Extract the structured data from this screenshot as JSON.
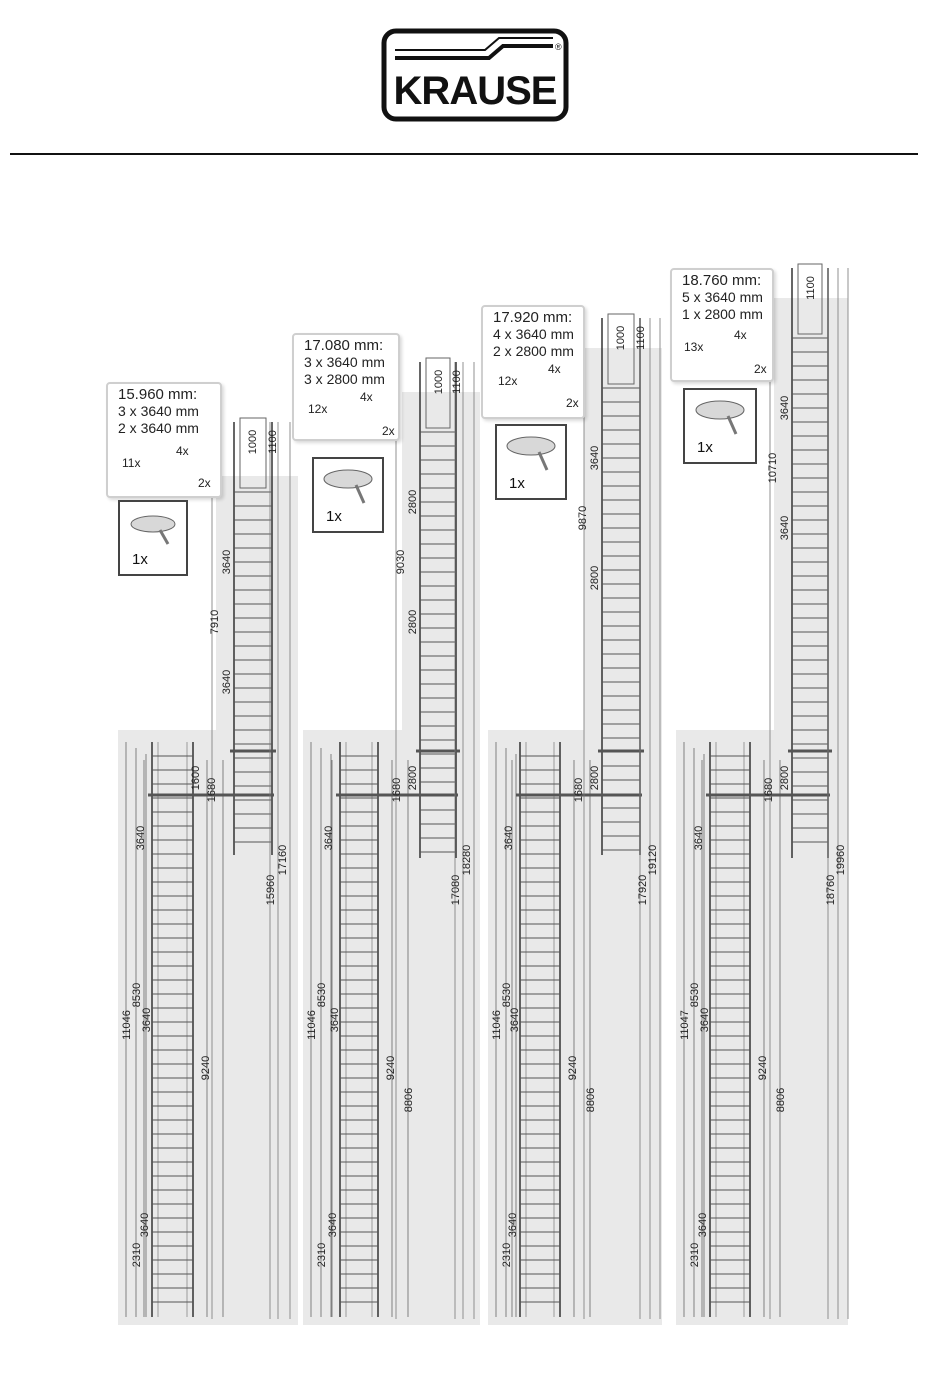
{
  "brand": {
    "name": "KRAUSE",
    "registered": "®"
  },
  "ladders": [
    {
      "total_label": "15.960 mm:",
      "parts": [
        "3 x 3640 mm",
        "2 x 3640 mm"
      ],
      "counts": {
        "brackets": "11x",
        "clamps": "4x",
        "rails": "2x"
      },
      "platform_count": "1x",
      "top_dims": [
        "1000",
        "1100"
      ],
      "upper_dims": [
        "3640",
        "7910",
        "3640"
      ],
      "overall_dims": [
        "15960",
        "17160"
      ],
      "lower_dims": {
        "d1": "1600",
        "d2": "1680",
        "d3": "3640",
        "d4": "11046",
        "d5": "8530",
        "d6": "3640",
        "d7": "9240",
        "d8": "2310",
        "d9": "3640"
      }
    },
    {
      "total_label": "17.080 mm:",
      "parts": [
        "3 x 3640 mm",
        "3 x 2800 mm"
      ],
      "counts": {
        "brackets": "12x",
        "clamps": "4x",
        "rails": "2x"
      },
      "platform_count": "1x",
      "top_dims": [
        "1000",
        "1100"
      ],
      "upper_dims": [
        "2800",
        "9030",
        "2800",
        "2800"
      ],
      "overall_dims": [
        "17080",
        "18280"
      ],
      "lower_dims": {
        "d2": "1680",
        "d3": "3640",
        "d4": "11046",
        "d5": "8530",
        "d6": "3640",
        "d7": "9240",
        "d10": "8806",
        "d8": "2310",
        "d9": "3640"
      }
    },
    {
      "total_label": "17.920 mm:",
      "parts": [
        "4 x 3640 mm",
        "2 x 2800 mm"
      ],
      "counts": {
        "brackets": "12x",
        "clamps": "4x",
        "rails": "2x"
      },
      "platform_count": "1x",
      "top_dims": [
        "1000",
        "1100"
      ],
      "upper_dims": [
        "3640",
        "9870",
        "2800",
        "2800"
      ],
      "overall_dims": [
        "17920",
        "19120"
      ],
      "lower_dims": {
        "d2": "1680",
        "d3": "3640",
        "d4": "11046",
        "d5": "8530",
        "d6": "3640",
        "d7": "9240",
        "d10": "8806",
        "d8": "2310",
        "d9": "3640"
      }
    },
    {
      "total_label": "18.760 mm:",
      "parts": [
        "5 x 3640 mm",
        "1 x 2800 mm"
      ],
      "counts": {
        "brackets": "13x",
        "clamps": "4x",
        "rails": "2x"
      },
      "platform_count": "1x",
      "top_dims": [
        "1100"
      ],
      "upper_dims": [
        "3640",
        "10710",
        "3640",
        "2800"
      ],
      "overall_dims": [
        "18760",
        "19960"
      ],
      "lower_dims": {
        "d2": "1680",
        "d3": "3640",
        "d4": "11047",
        "d5": "8530",
        "d6": "3640",
        "d7": "9240",
        "d10": "8806",
        "d8": "2310",
        "d9": "3640"
      }
    }
  ],
  "colors": {
    "shade": "#e9e9e9",
    "line": "#333333",
    "rung": "#555555"
  }
}
